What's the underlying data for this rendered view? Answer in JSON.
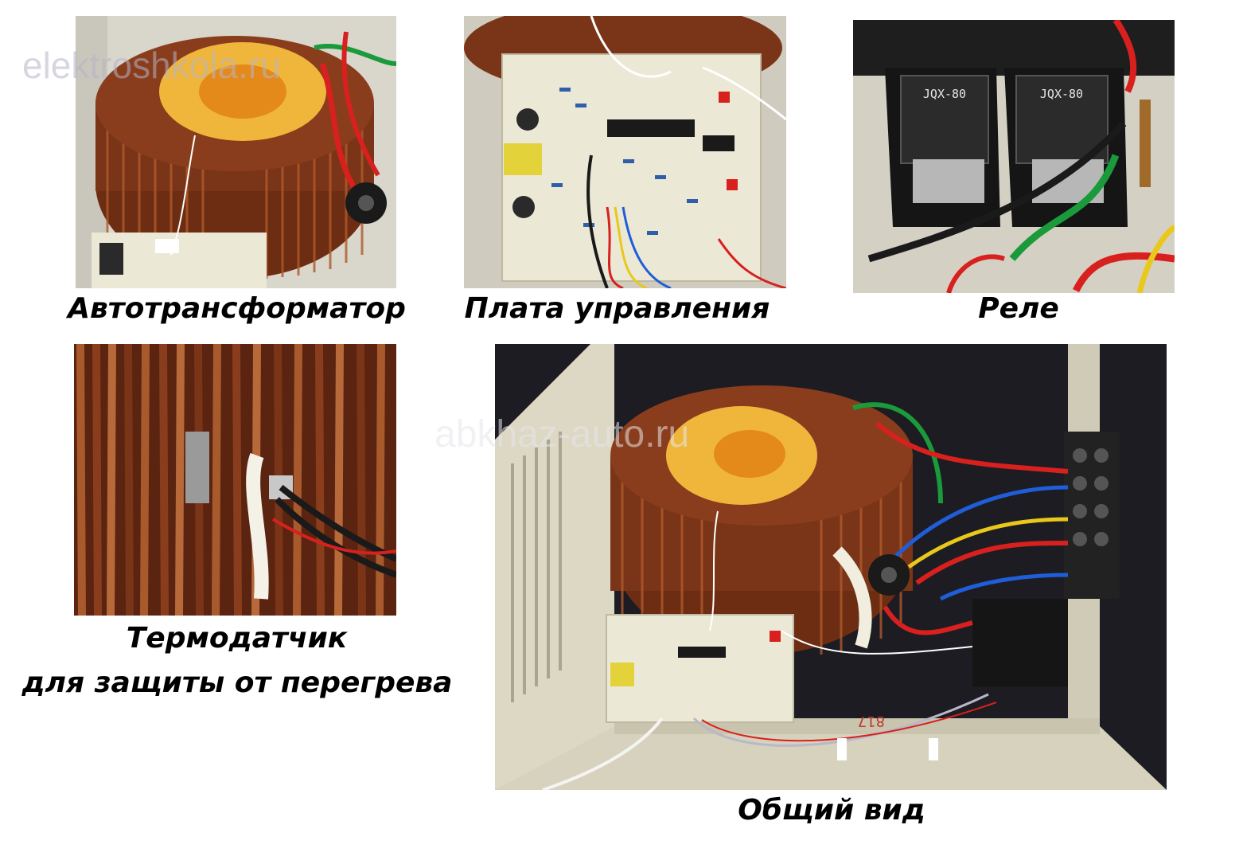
{
  "captions": {
    "autotransformer": "Автотрансформатор",
    "control_board": "Плата управления",
    "relay": "Реле",
    "thermal_sensor_line1": "Термодатчик",
    "thermal_sensor_line2": "для защиты от перегрева",
    "general_view": "Общий вид"
  },
  "watermarks": {
    "top_left": "elektroshkola.ru",
    "center": "abkhaz-auto.ru"
  },
  "labels": {
    "relay_model_1": "JQX-80",
    "relay_model_2": "JQX-80",
    "chassis_marking": "817"
  },
  "colors": {
    "copper": "#8a3d1c",
    "copper_light": "#c56a3a",
    "disk": "#f0b63c",
    "disk_center": "#e48a1a",
    "pcb": "#ece8d6",
    "chassis": "#dcd8c4",
    "wire_red": "#d8201e",
    "wire_green": "#1a9a3a",
    "wire_blue": "#1f5ed8",
    "wire_yellow": "#e8c81a",
    "wire_black": "#1a1a1a"
  }
}
